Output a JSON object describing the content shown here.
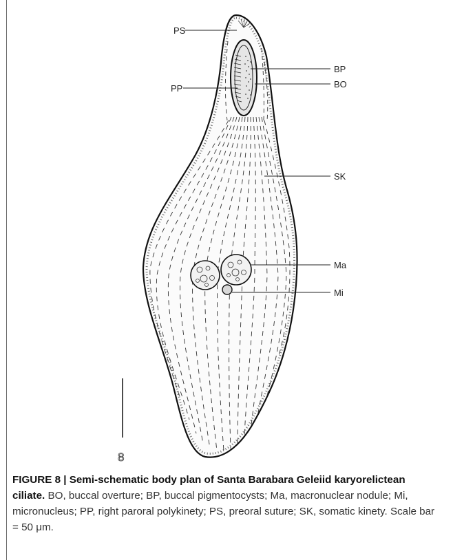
{
  "figure": {
    "labels": {
      "ps": "PS",
      "pp": "PP",
      "bp": "BP",
      "bo": "BO",
      "sk": "SK",
      "ma": "Ma",
      "mi": "Mi"
    },
    "scale_bar_label": "8"
  },
  "caption": {
    "bold": "FIGURE 8 | Semi-schematic body plan of Santa Barabara Geleiid karyorelictean ciliate.",
    "text": " BO, buccal overture; BP, buccal pigmentocysts; Ma, macronuclear nodule; Mi, micronucleus; PP, right paroral polykinety; PS, preoral suture; SK, somatic kinety. Scale bar = 50 μm."
  }
}
